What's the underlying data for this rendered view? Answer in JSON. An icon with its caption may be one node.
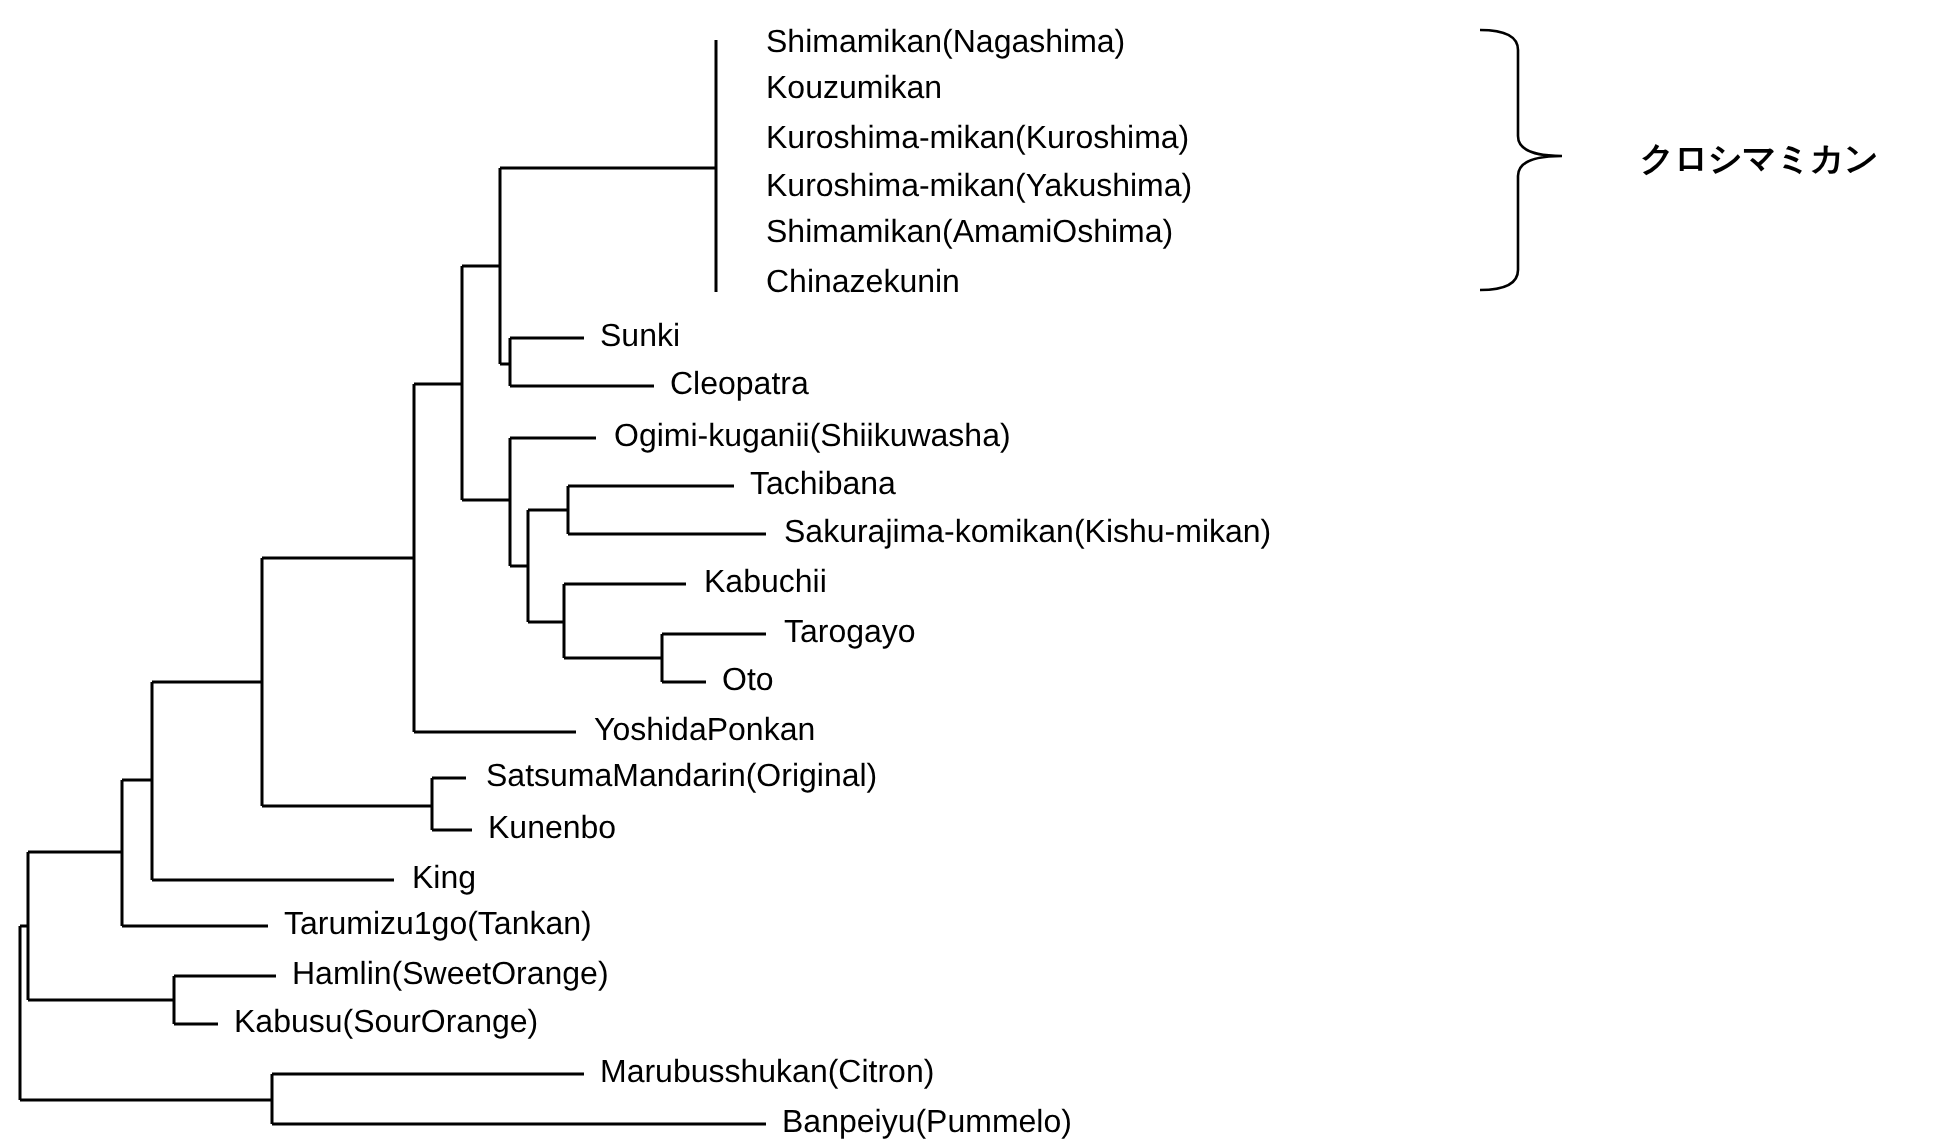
{
  "diagram": {
    "labels": [
      "Shimamikan(Nagashima)",
      "Kouzumikan",
      "Kuroshima-mikan(Kuroshima)",
      "Kuroshima-mikan(Yakushima)",
      "Shimamikan(AmamiOshima)",
      "Chinazekunin",
      "Sunki",
      "Cleopatra",
      "Ogimi-kuganii(Shiikuwasha)",
      "Tachibana",
      "Sakurajima-komikan(Kishu-mikan)",
      "Kabuchii",
      "Tarogayo",
      "Oto",
      "YoshidaPonkan",
      "SatsumaMandarin(Original)",
      "Kunenbo",
      "King",
      "Tarumizu1go(Tankan)",
      "Hamlin(SweetOrange)",
      "Kabusu(SourOrange)",
      "Marubusshukan(Citron)",
      "Banpeiyu(Pummelo)",
      "クロシマミカン"
    ]
  }
}
